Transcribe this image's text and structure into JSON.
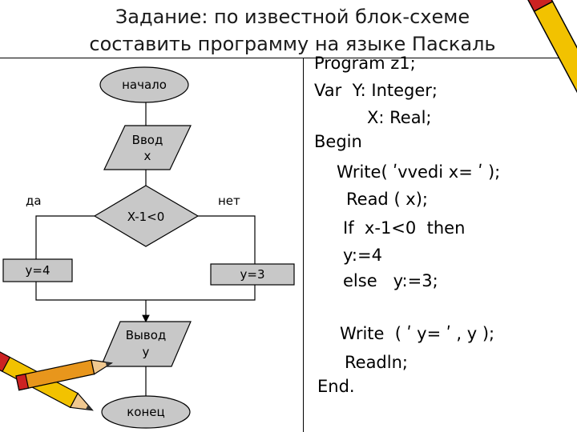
{
  "title": {
    "line1": "Задание: по известной блок-схеме",
    "line2": "составить программу на языке Паскаль"
  },
  "flowchart": {
    "start": "начало",
    "input_line1": "Ввод",
    "input_line2": "x",
    "condition": "X-1<0",
    "yes_label": "да",
    "no_label": "нет",
    "yes_action": "y=4",
    "no_action": "y=3",
    "output_line1": "Вывод",
    "output_line2": "y",
    "end": "конец"
  },
  "code": {
    "line1": "Program z1;",
    "line2": "Var  Y: Integer;",
    "line3": "X: Real;",
    "line4": "Begin",
    "line5": "Write( ʹvvedi x= ʹ );",
    "line6": "Read ( x);",
    "line7": "If  x-1<0  then",
    "line8": "y:=4",
    "line9": "else   y:=3;",
    "line10": "Write  ( ʹ y= ʹ , y );",
    "line11": "Readln;",
    "line12": "End."
  },
  "colors": {
    "pencil_yellow": "#f2c200",
    "pencil_orange": "#e8961c",
    "pencil_red": "#cc2222",
    "wood": "#f0c890"
  }
}
